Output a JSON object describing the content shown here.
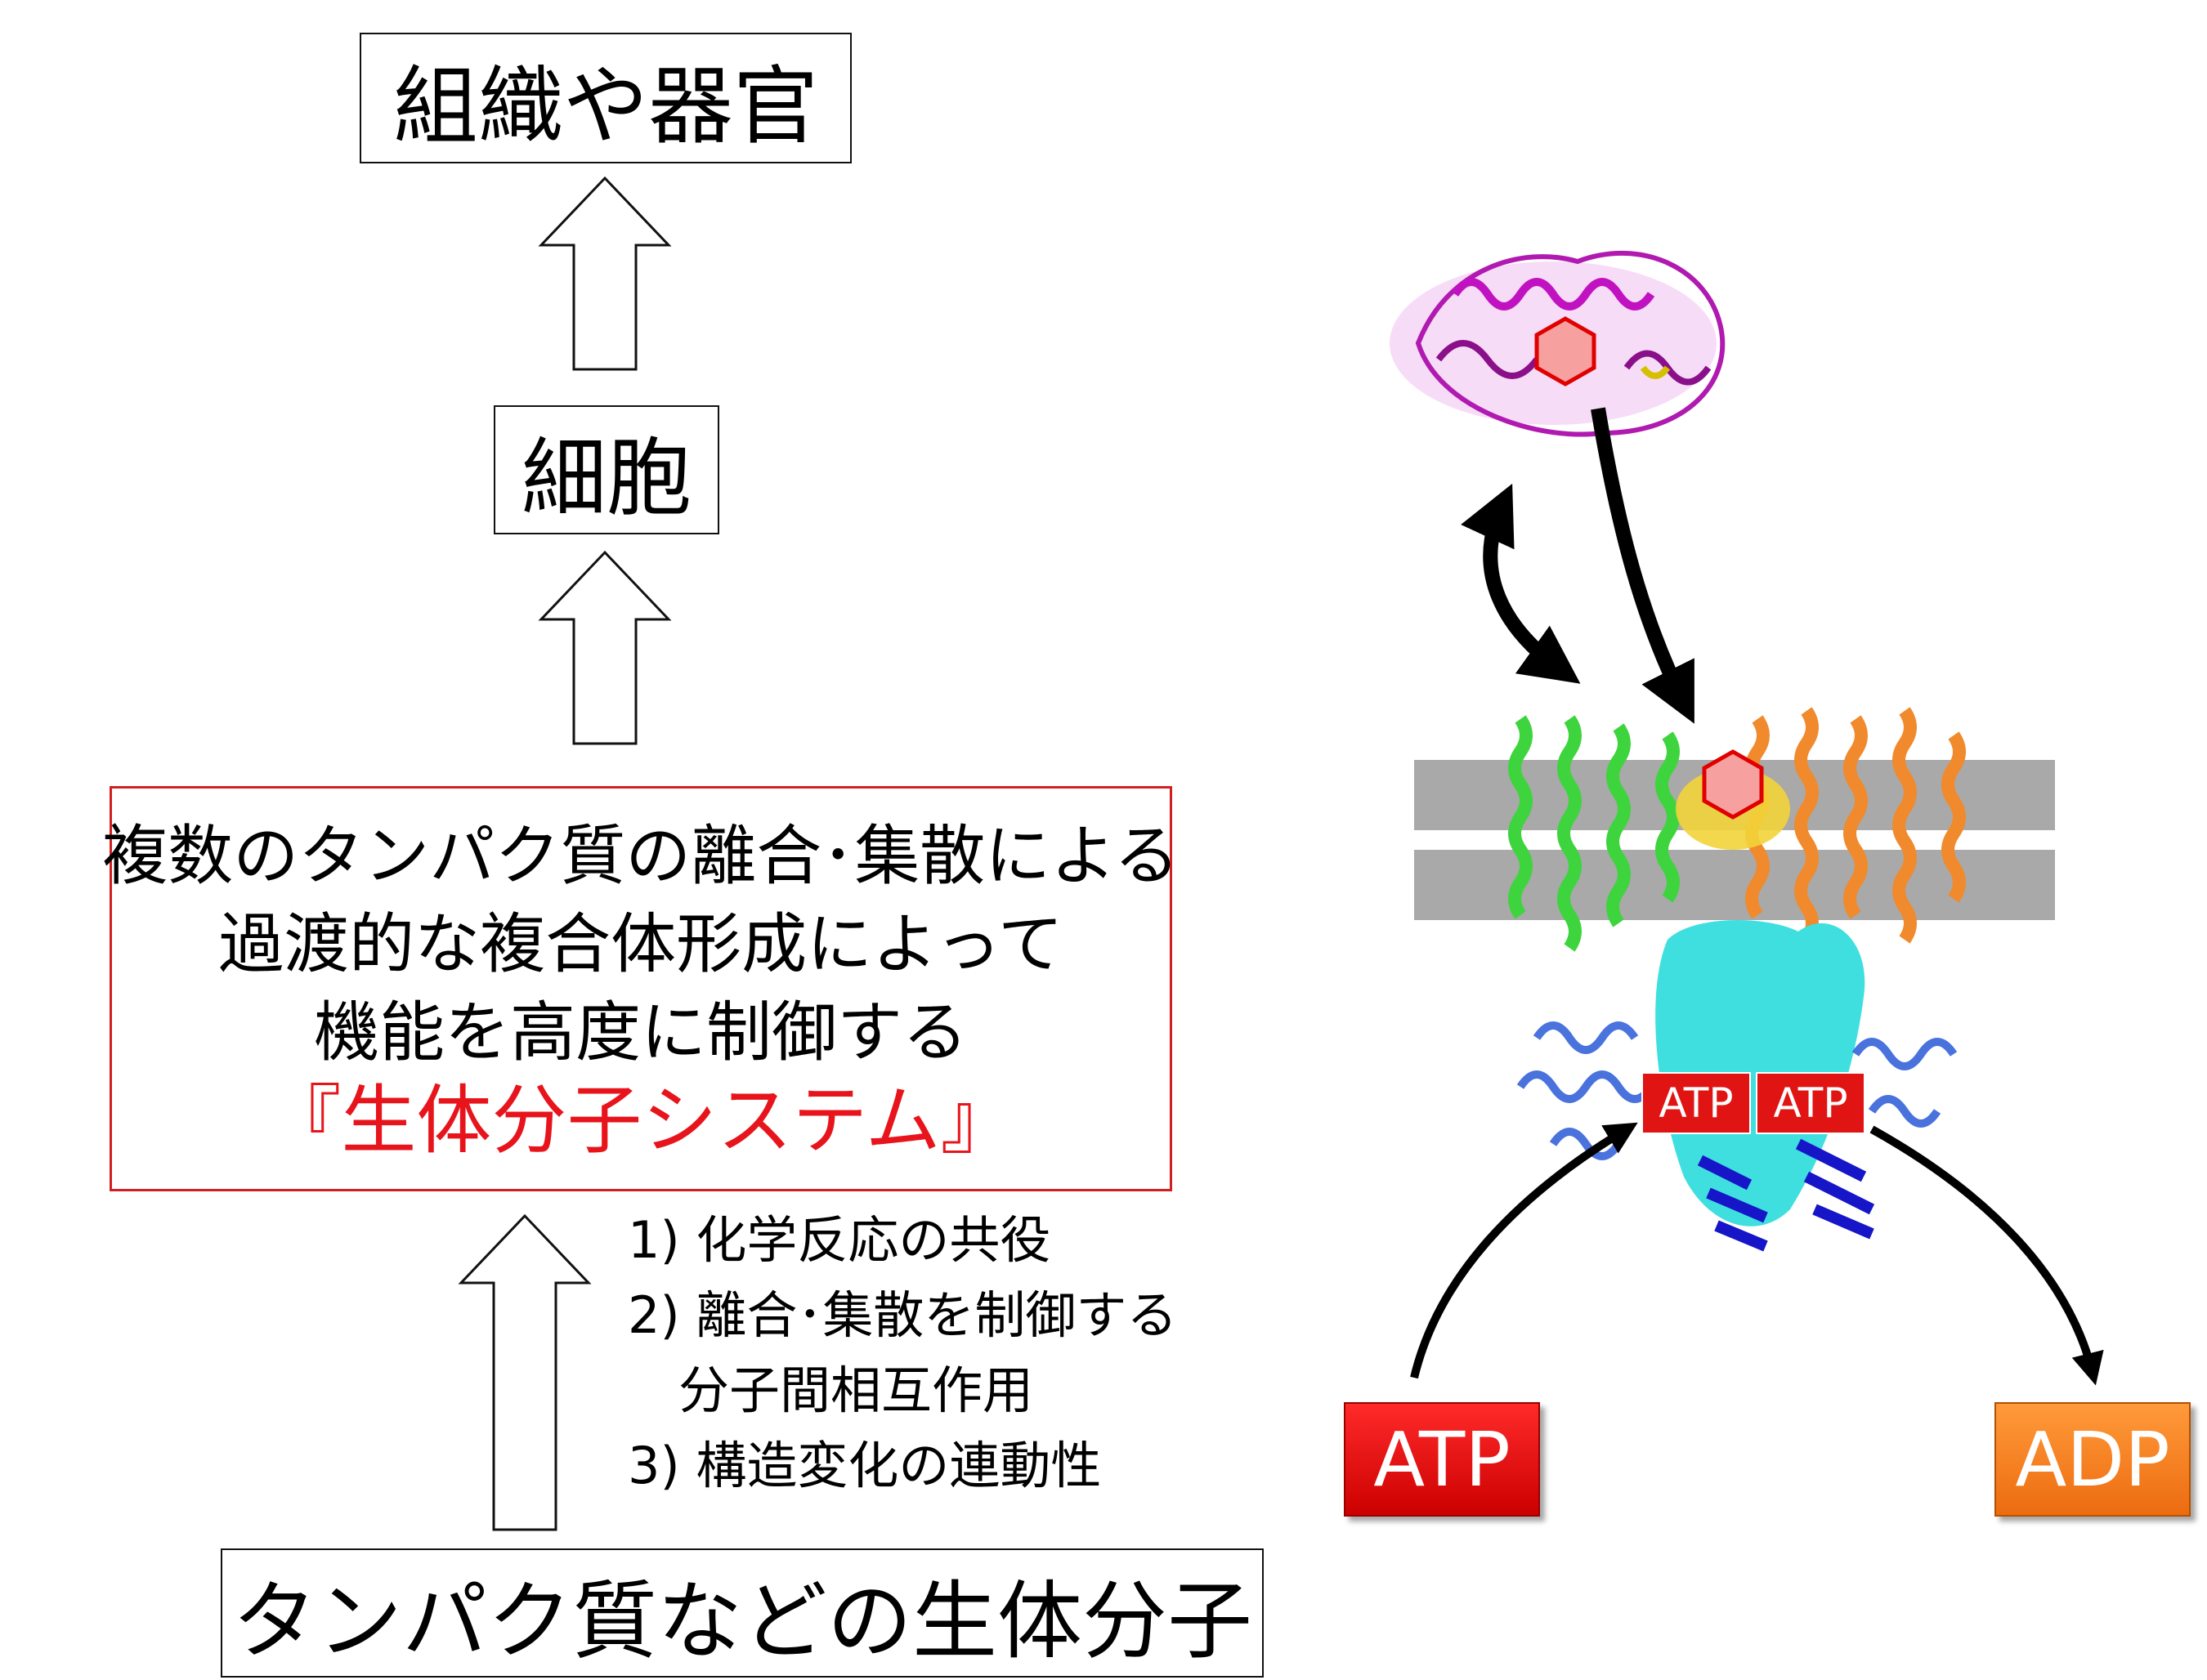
{
  "hierarchy": {
    "top": "組織や器官",
    "middle": "細胞",
    "system": {
      "lines": [
        "複数のタンパク質の離合･集散による",
        "過渡的な複合体形成によって",
        "機能を高度に制御する"
      ],
      "highlight": "『生体分子システム』"
    },
    "bottom": "タンパク質などの生体分子"
  },
  "mechanisms": [
    "1) 化学反応の共役",
    "2) 離合･集散を制御する",
    "　分子間相互作用",
    "3) 構造変化の連動性"
  ],
  "protein_figure": {
    "atp_site_1": "ATP",
    "atp_site_2": "ATP",
    "input_label": "ATP",
    "output_label": "ADP"
  },
  "colors": {
    "system_border": "#d22020",
    "highlight_text": "#e8141c",
    "atp": "#e11414",
    "adp": "#ef7a1a"
  }
}
